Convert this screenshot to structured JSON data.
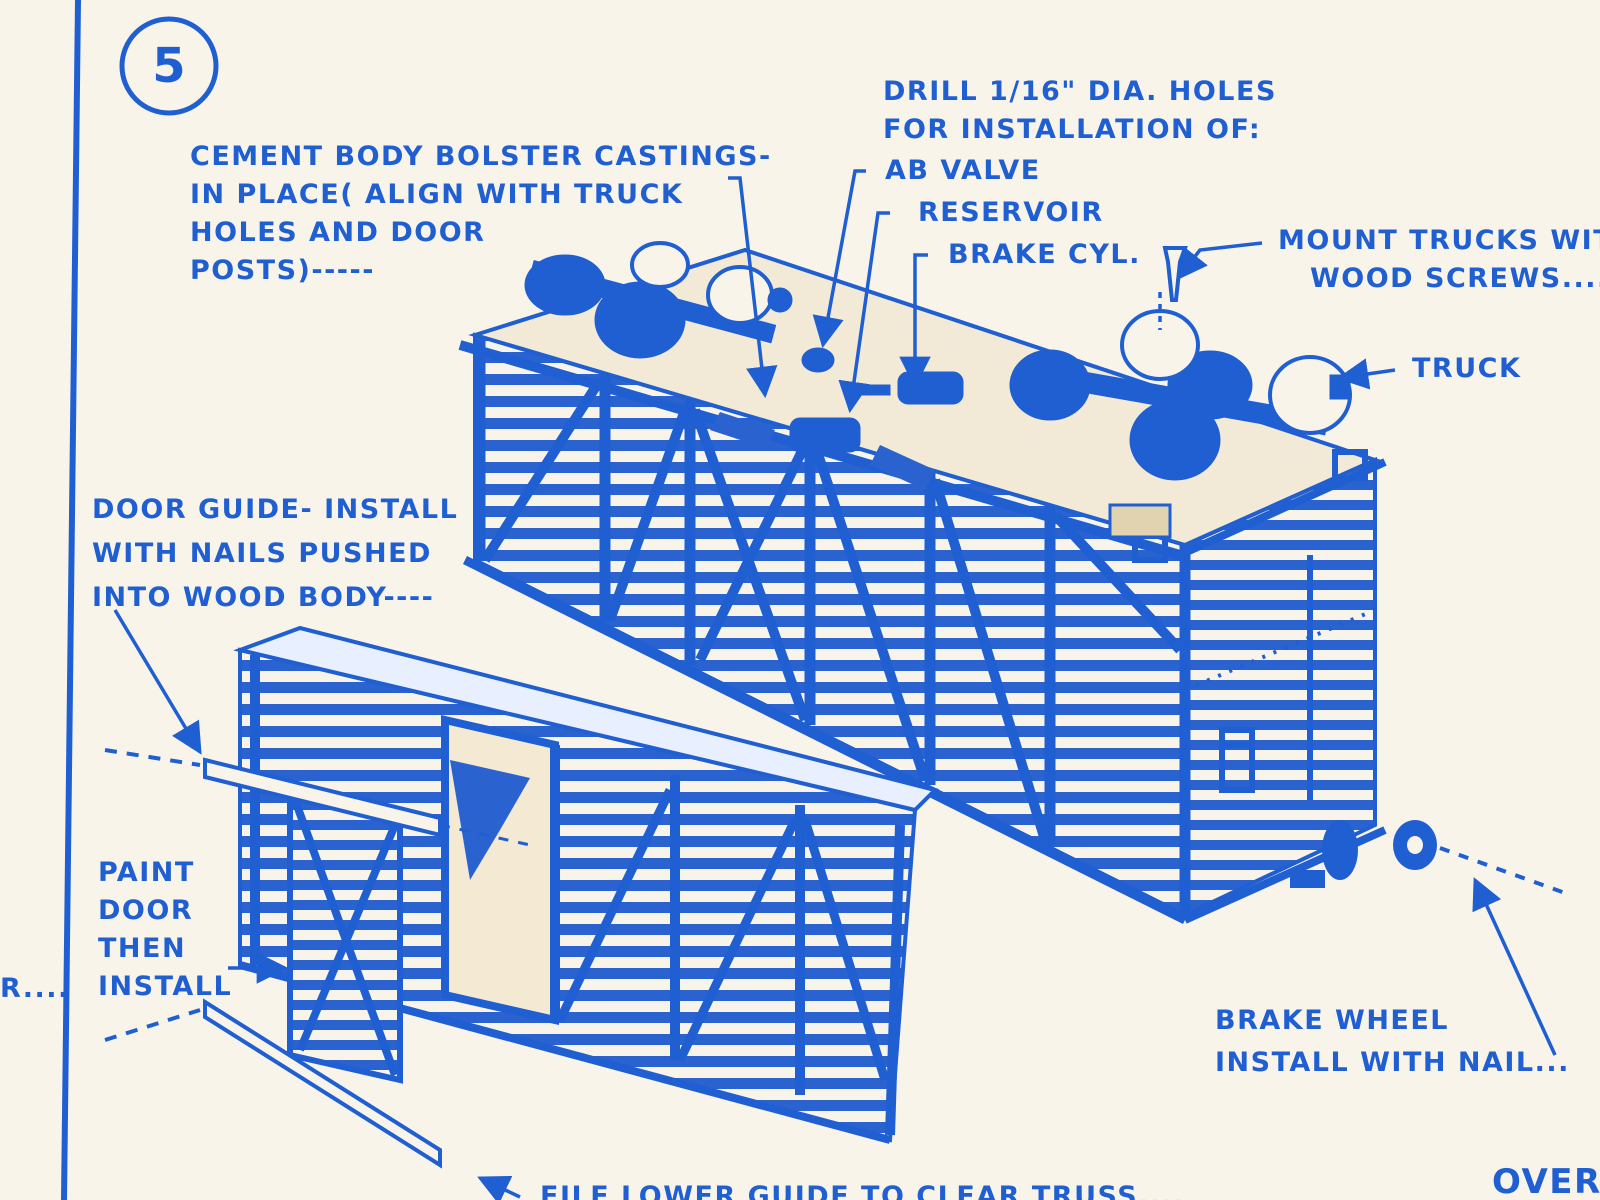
{
  "sheet": {
    "step_number": "5",
    "ink_color": "#1f5fd1",
    "paper_color": "#f8f4ea"
  },
  "labels": {
    "drill": [
      "DRILL 1/16\" DIA. HOLES",
      "FOR INSTALLATION OF:"
    ],
    "ab_valve": "AB VALVE",
    "reservoir": "RESERVOIR",
    "brake_cyl": "BRAKE CYL.",
    "cement": [
      "CEMENT BODY BOLSTER CASTINGS-",
      "IN PLACE( ALIGN WITH TRUCK",
      "HOLES AND DOOR",
      "POSTS)-----"
    ],
    "mount": [
      "MOUNT TRUCKS WITH",
      "WOOD SCREWS...."
    ],
    "truck": "TRUCK",
    "door_guide": [
      "DOOR GUIDE- INSTALL",
      "WITH NAILS PUSHED",
      "INTO WOOD BODY----"
    ],
    "paint_door": [
      "PAINT",
      "DOOR",
      "THEN",
      "INSTALL"
    ],
    "brake_wheel": [
      "BRAKE WHEEL",
      "INSTALL WITH NAIL..."
    ],
    "file_lower": "FILE LOWER GUIDE TO CLEAR TRUSS....",
    "over": "OVER",
    "left_fragment": "R...."
  }
}
